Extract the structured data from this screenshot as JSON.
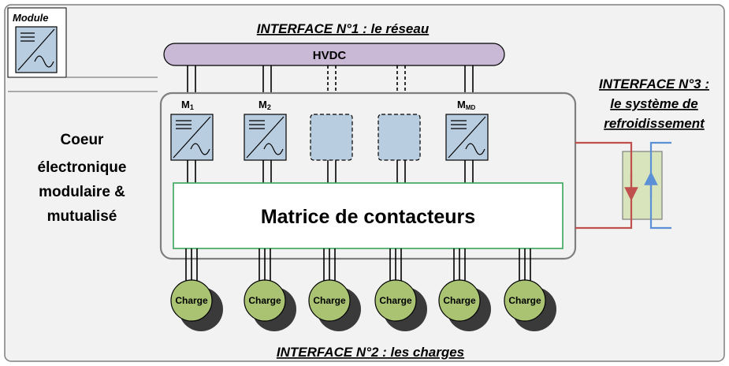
{
  "legend": {
    "title": "Module"
  },
  "interface1": {
    "label": "INTERFACE N°1 : le réseau"
  },
  "interface2": {
    "label": "INTERFACE N°2 : les charges"
  },
  "interface3": {
    "line1": "INTERFACE N°3 :",
    "line2": "le système de",
    "line3": "refroidissement"
  },
  "bus": {
    "label": "HVDC"
  },
  "core": {
    "line1": "Coeur",
    "line2": "électronique",
    "line3": "modulaire &",
    "line4": "mutualisé"
  },
  "matrix": {
    "label": "Matrice de contacteurs"
  },
  "modules": [
    {
      "label": "M",
      "sub": "1"
    },
    {
      "label": "M",
      "sub": "2"
    },
    {
      "label": "M",
      "sub": "MD"
    }
  ],
  "charges": [
    "Charge",
    "Charge",
    "Charge",
    "Charge",
    "Charge",
    "Charge"
  ],
  "colors": {
    "background": "#f2f2f2",
    "bus": "#c9b8d6",
    "module": "#b9cde0",
    "charge": "#a9c373",
    "matrix_border": "#3aa55a",
    "hot": "#c0504d",
    "cold": "#5b8fd6",
    "exchanger": "#d8e4bc"
  }
}
